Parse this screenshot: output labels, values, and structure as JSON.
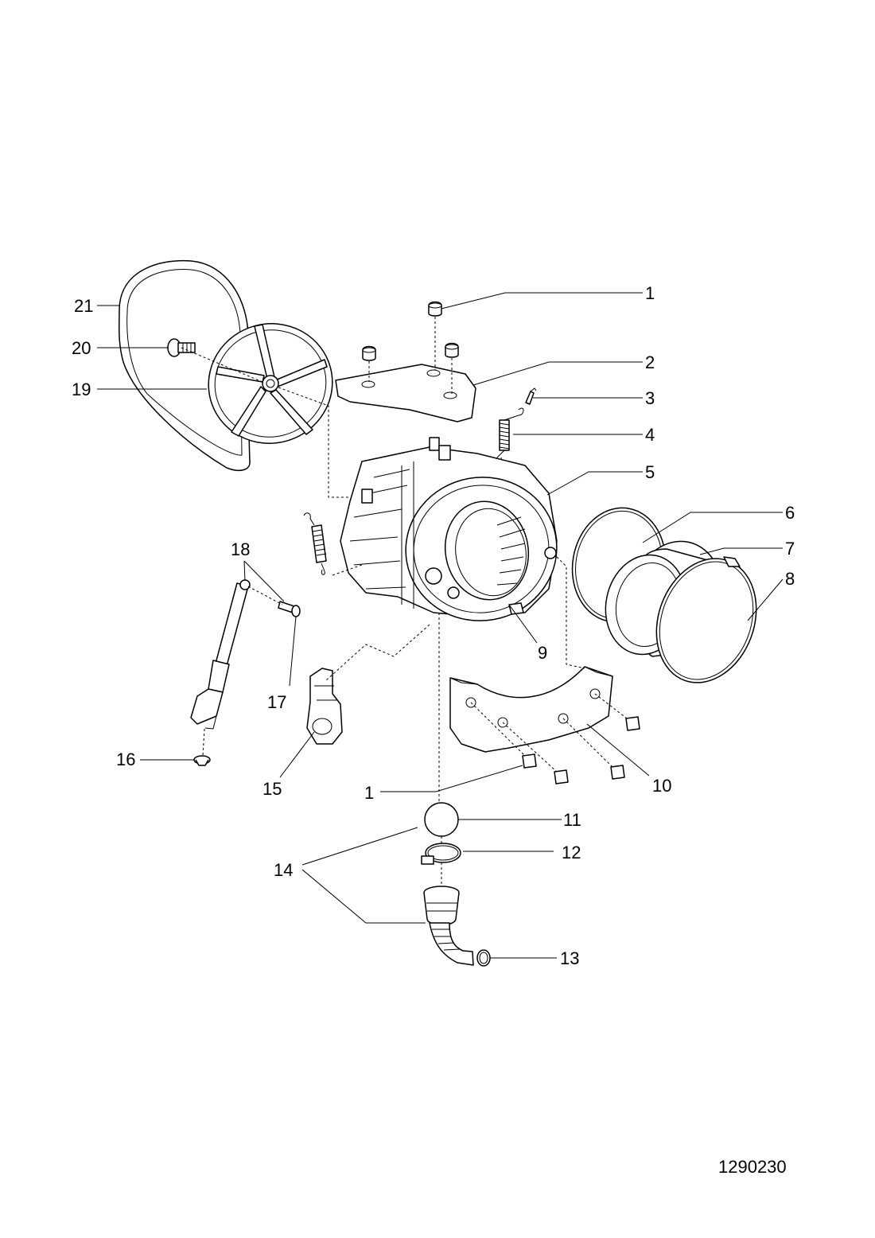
{
  "diagram": {
    "drawing_number": "1290230",
    "callouts": {
      "c1_top": "1",
      "c2": "2",
      "c3": "3",
      "c4": "4",
      "c5": "5",
      "c6": "6",
      "c7": "7",
      "c8": "8",
      "c9": "9",
      "c10": "10",
      "c1_bottom": "1",
      "c11": "11",
      "c12": "12",
      "c13": "13",
      "c14": "14",
      "c15": "15",
      "c16": "16",
      "c17": "17",
      "c18": "18",
      "c19": "19",
      "c20": "20",
      "c21": "21"
    }
  }
}
